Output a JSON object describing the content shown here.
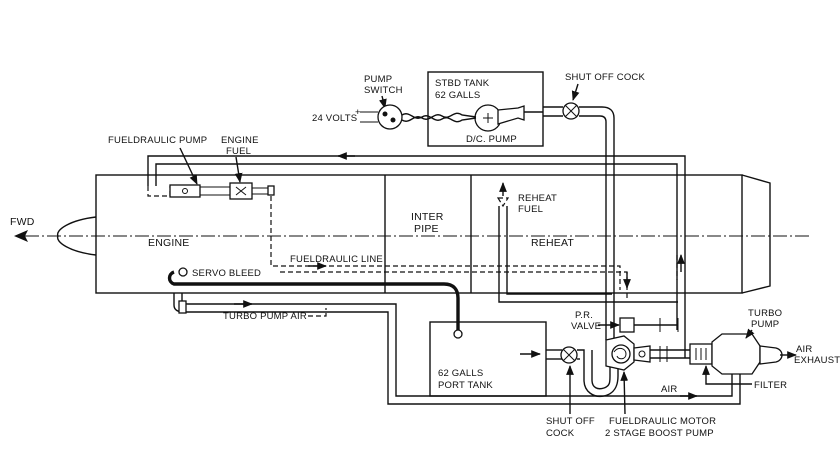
{
  "labels": {
    "fwd": "FWD",
    "engine": "ENGINE",
    "inter_pipe_1": "INTER",
    "inter_pipe_2": "PIPE",
    "reheat": "REHEAT",
    "pump_switch_1": "PUMP",
    "pump_switch_2": "SWITCH",
    "volts": "24 VOLTS",
    "stbd_tank_1": "STBD TANK",
    "stbd_tank_2": "62 GALLS",
    "dc_pump": "D/C. PUMP",
    "shutoff_cock_top": "SHUT OFF COCK",
    "fueldraulic_pump": "FUELDRAULIC PUMP",
    "engine_fuel_1": "ENGINE",
    "engine_fuel_2": "FUEL",
    "reheat_fuel_1": "REHEAT",
    "reheat_fuel_2": "FUEL",
    "fueldraulic_line": "FUELDRAULIC LINE",
    "servo_bleed": "SERVO BLEED",
    "turbo_pump_air": "TURBO PUMP AIR",
    "pr_valve_1": "P.R.",
    "pr_valve_2": "VALVE",
    "turbo_pump_1": "TURBO",
    "turbo_pump_2": "PUMP",
    "air_exhaust_1": "AIR",
    "air_exhaust_2": "EXHAUST",
    "filter": "FILTER",
    "air": "AIR",
    "port_tank_1": "62 GALLS",
    "port_tank_2": "PORT TANK",
    "shutoff_cock_bottom_1": "SHUT OFF",
    "shutoff_cock_bottom_2": "COCK",
    "fueldraulic_motor_1": "FUELDRAULIC MOTOR",
    "fueldraulic_motor_2": "2 STAGE BOOST PUMP"
  }
}
